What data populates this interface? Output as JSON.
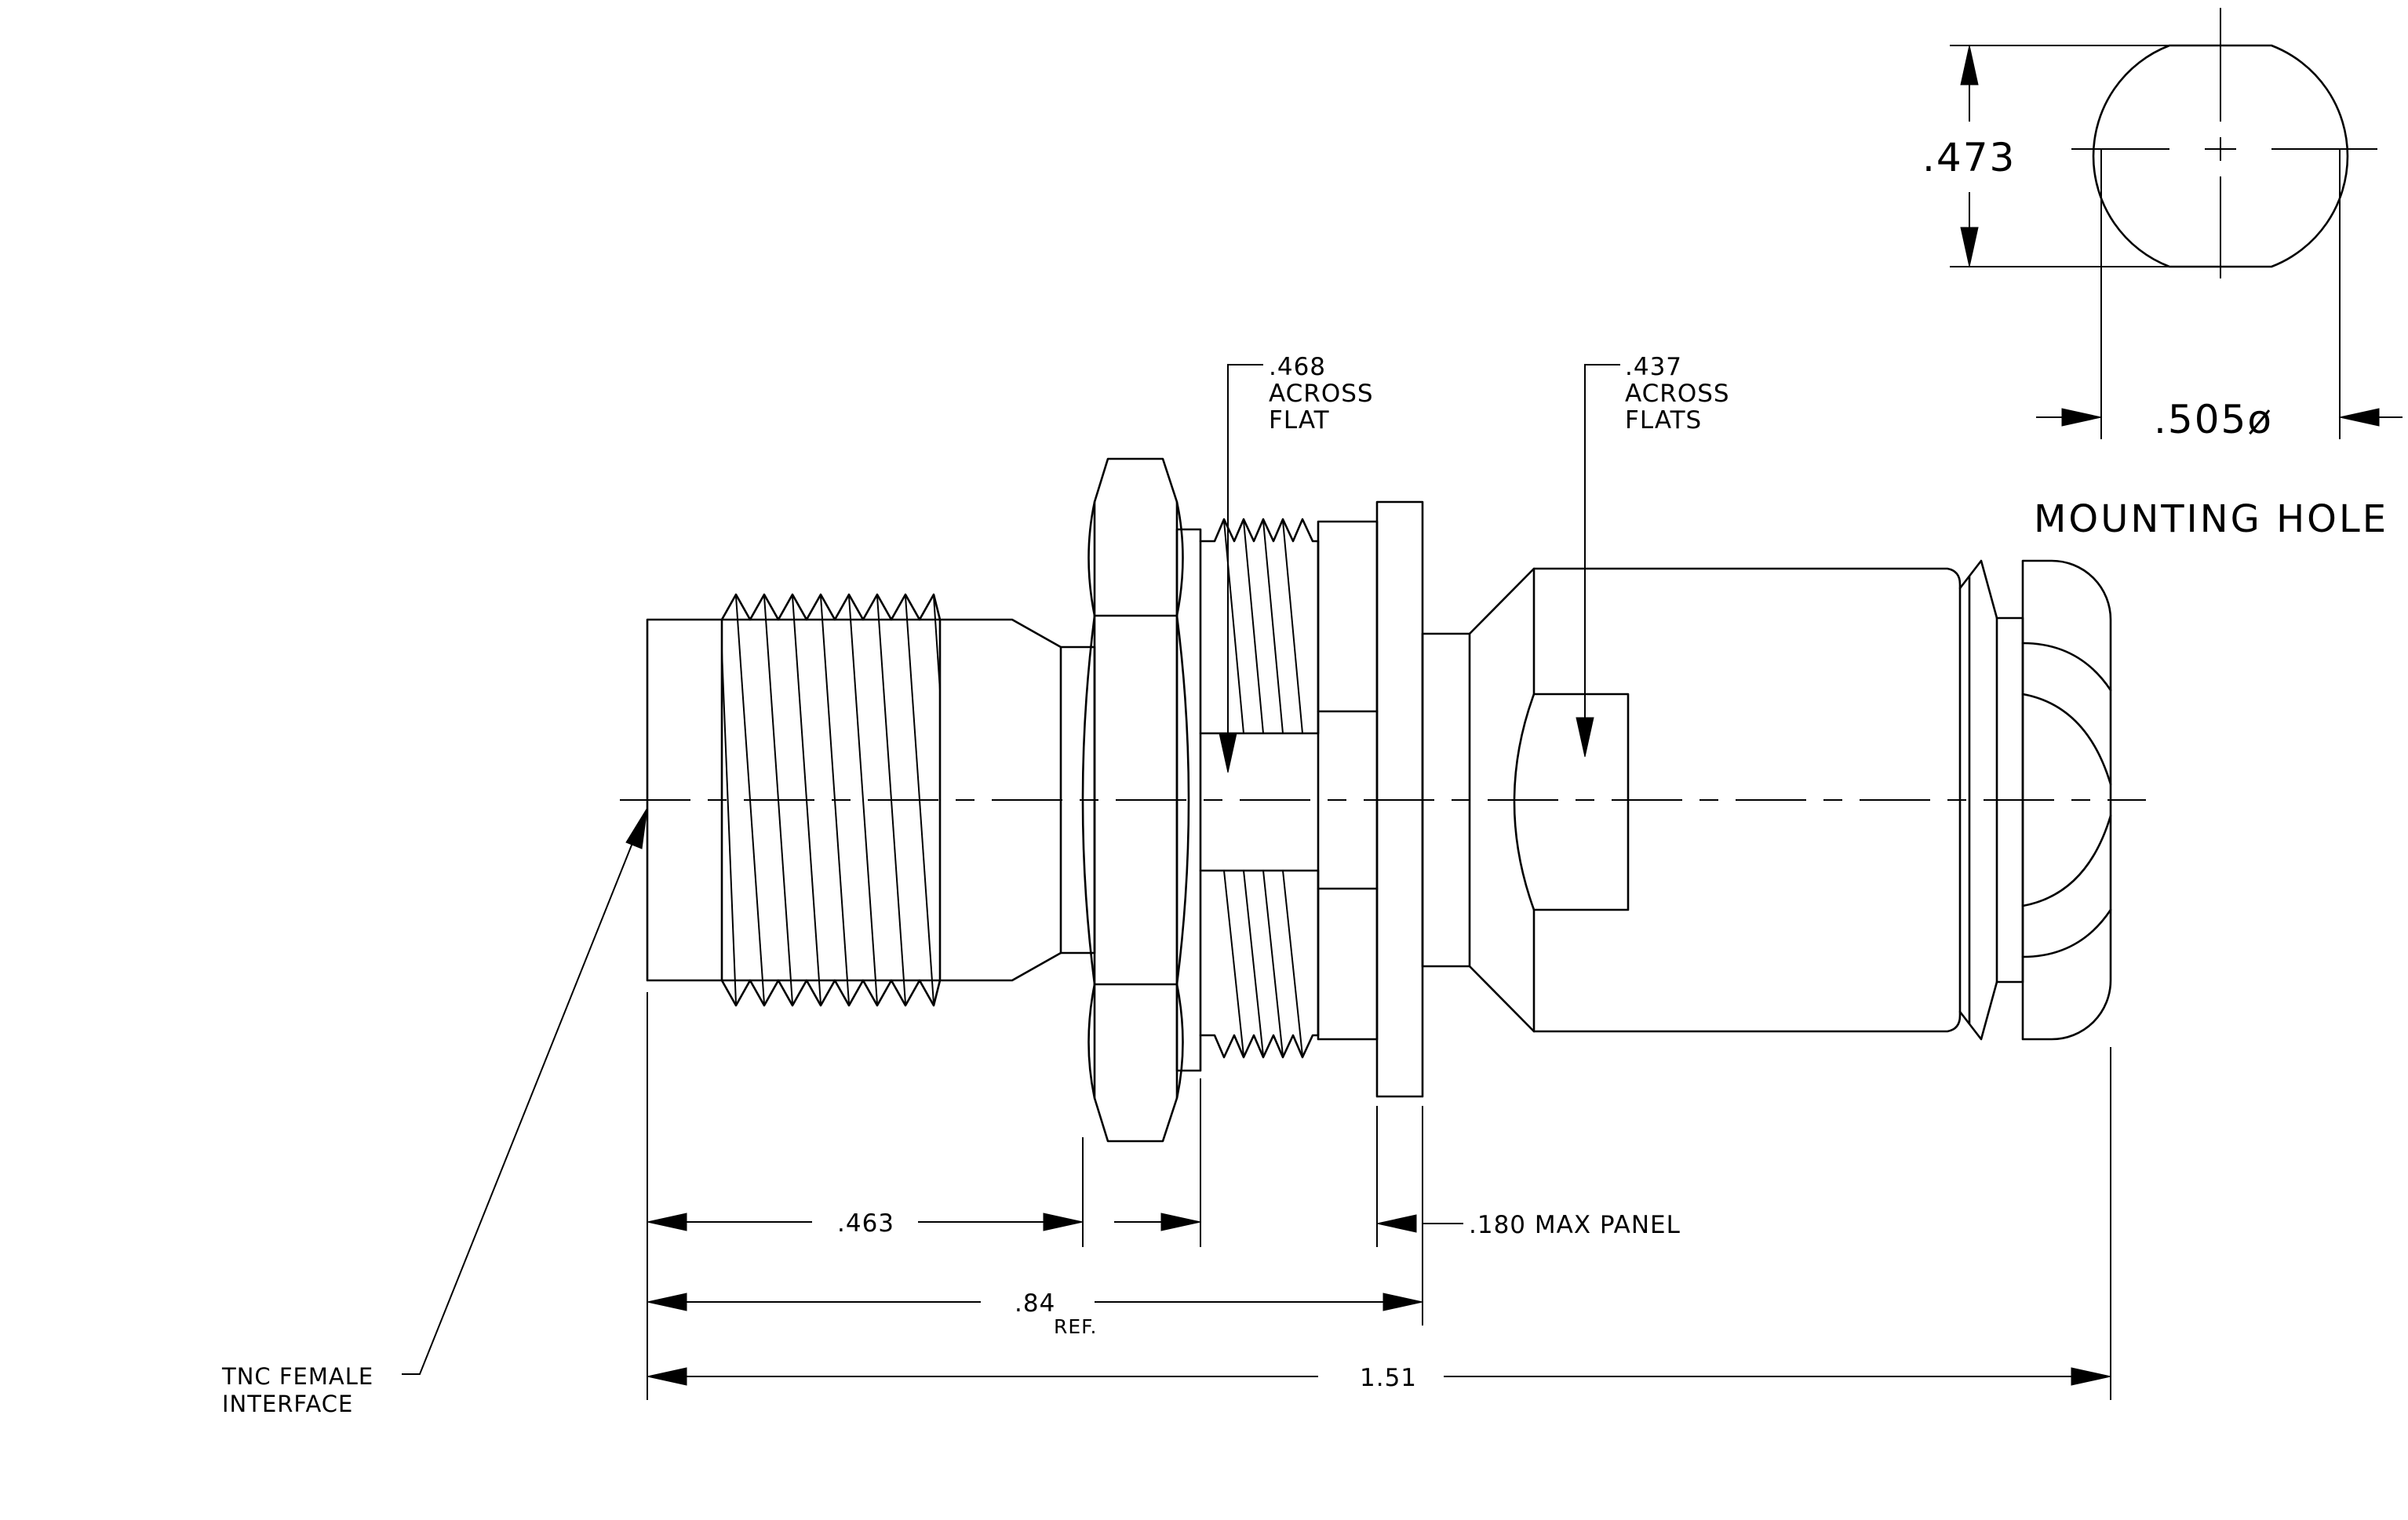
{
  "mounting_hole": {
    "title": "MOUNTING HOLE",
    "height_dim": ".473",
    "diameter_dim": ".505ø"
  },
  "callouts": {
    "flat_468": [
      ".468",
      "ACROSS",
      "FLAT"
    ],
    "flats_437": [
      ".437",
      "ACROSS",
      "FLATS"
    ],
    "interface": [
      "TNC FEMALE",
      "INTERFACE"
    ]
  },
  "dimensions": {
    "d463": ".463",
    "d84": ".84",
    "d84_note": "REF.",
    "panel": ".180 MAX PANEL",
    "overall": "1.51"
  }
}
